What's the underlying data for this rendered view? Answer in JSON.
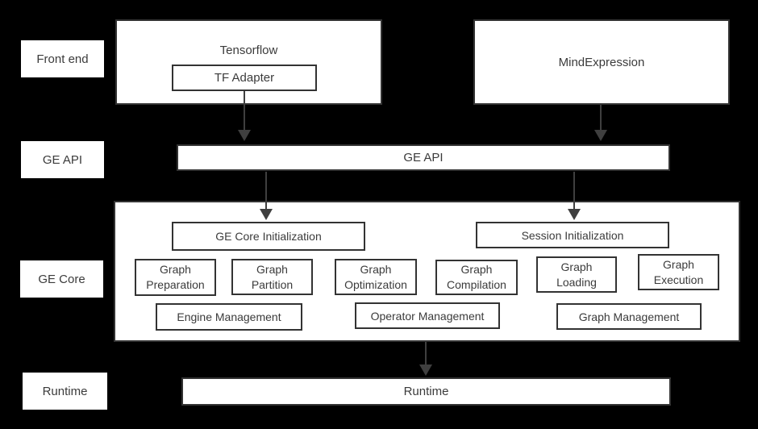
{
  "colors": {
    "background": "#000000",
    "box_fill": "#ffffff",
    "box_border": "#333333",
    "text": "#3b3b3b",
    "arrow": "#3f3f3f"
  },
  "row_labels": [
    {
      "label": "Front end"
    },
    {
      "label": "GE API"
    },
    {
      "label": "GE Core"
    },
    {
      "label": "Runtime"
    }
  ],
  "front_end": {
    "tensorflow_title": "Tensorflow",
    "tf_adapter": "TF Adapter",
    "mindexpression": "MindExpression"
  },
  "ge_api_bar": "GE API",
  "ge_core": {
    "ge_core_initialization": "GE Core Initialization",
    "session_initialization": "Session Initialization",
    "modules": [
      "Graph Preparation",
      "Graph Partition",
      "Graph Optimization",
      "Graph Compilation",
      "Graph Loading",
      "Graph Execution"
    ],
    "management": [
      "Engine Management",
      "Operator Management",
      "Graph Management"
    ]
  },
  "runtime_bar": "Runtime"
}
